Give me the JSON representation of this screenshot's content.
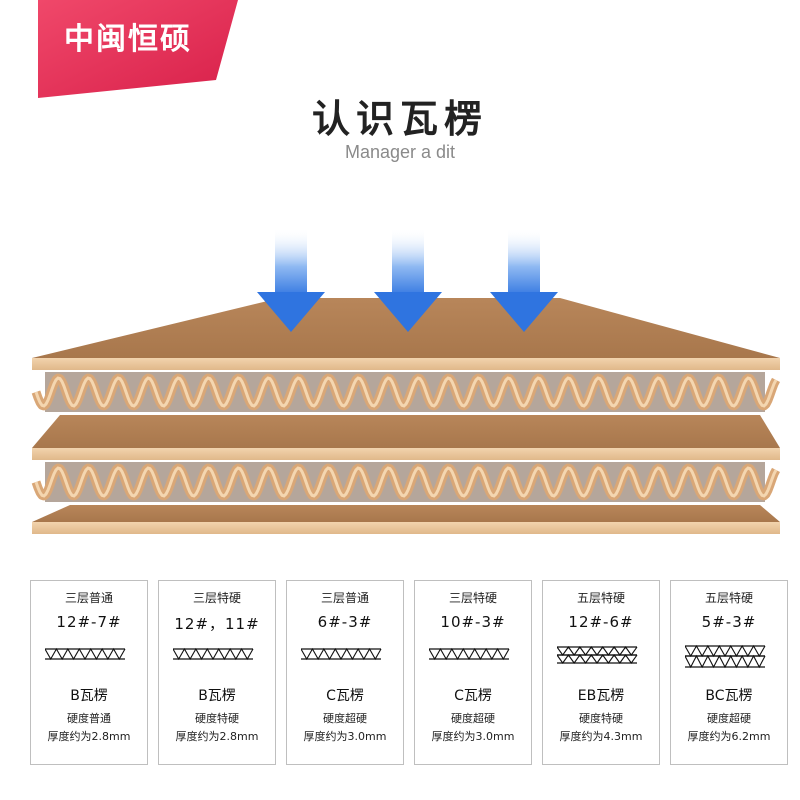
{
  "brand": {
    "name": "中闽恒硕",
    "tag_color": "#e0345a"
  },
  "header": {
    "title": "认识瓦楞",
    "subtitle": "Manager a dit"
  },
  "illustration": {
    "board_color": "#c89b6e",
    "arrow_color": "#3b82e8"
  },
  "cards": [
    {
      "layer": "三层普通",
      "spec": "12#-7#",
      "flute": "B瓦楞",
      "hardness": "硬度普通",
      "thickness": "厚度约为2.8mm",
      "wave": "single"
    },
    {
      "layer": "三层特硬",
      "spec": "12#，11#",
      "flute": "B瓦楞",
      "hardness": "硬度特硬",
      "thickness": "厚度约为2.8mm",
      "wave": "single"
    },
    {
      "layer": "三层普通",
      "spec": "6#-3#",
      "flute": "C瓦楞",
      "hardness": "硬度超硬",
      "thickness": "厚度约为3.0mm",
      "wave": "single"
    },
    {
      "layer": "三层特硬",
      "spec": "10#-3#",
      "flute": "C瓦楞",
      "hardness": "硬度超硬",
      "thickness": "厚度约为3.0mm",
      "wave": "single"
    },
    {
      "layer": "五层特硬",
      "spec": "12#-6#",
      "flute": "EB瓦楞",
      "hardness": "硬度特硬",
      "thickness": "厚度约为4.3mm",
      "wave": "double"
    },
    {
      "layer": "五层特硬",
      "spec": "5#-3#",
      "flute": "BC瓦楞",
      "hardness": "硬度超硬",
      "thickness": "厚度约为6.2mm",
      "wave": "double-large"
    }
  ]
}
